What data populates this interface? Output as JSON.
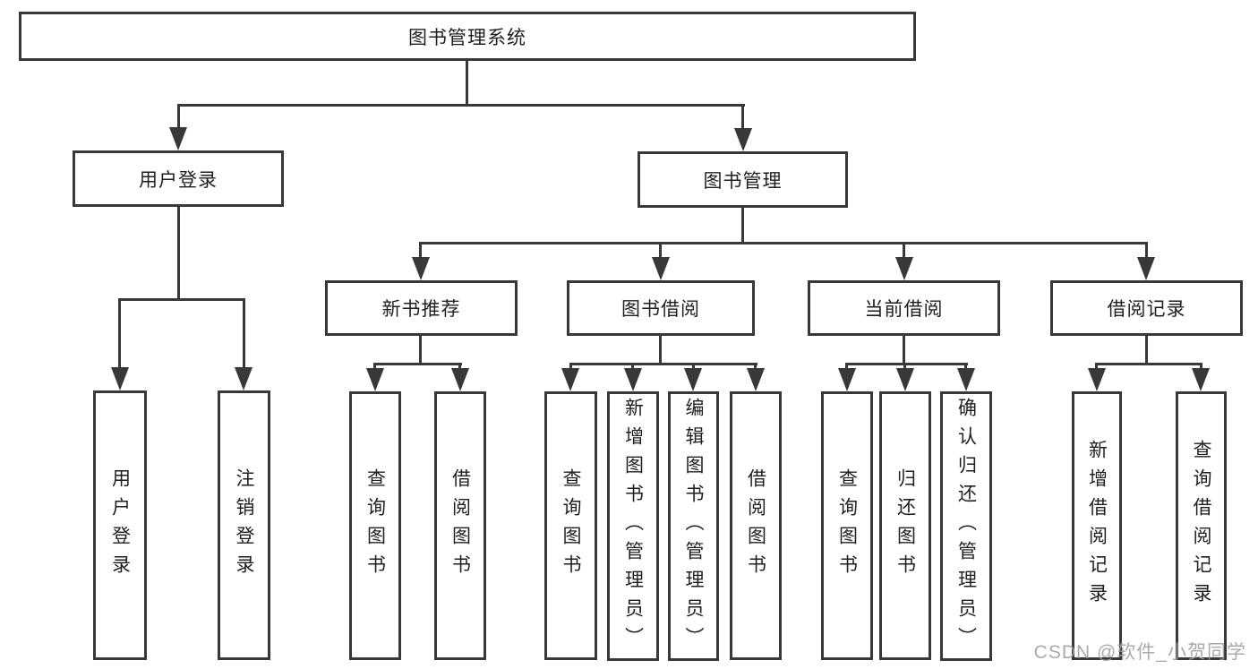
{
  "tree": {
    "root": {
      "label": "图书管理系统"
    },
    "branches": [
      {
        "label": "用户登录",
        "children": [
          {
            "label": "用户登录"
          },
          {
            "label": "注销登录"
          }
        ]
      },
      {
        "label": "图书管理",
        "children": [
          {
            "label": "新书推荐",
            "children": [
              {
                "label": "查询图书"
              },
              {
                "label": "借阅图书"
              }
            ]
          },
          {
            "label": "图书借阅",
            "children": [
              {
                "label": "查询图书"
              },
              {
                "label": "新增图书（管理员）"
              },
              {
                "label": "编辑图书（管理员）"
              },
              {
                "label": "借阅图书"
              }
            ]
          },
          {
            "label": "当前借阅",
            "children": [
              {
                "label": "查询图书"
              },
              {
                "label": "归还图书"
              },
              {
                "label": "确认归还（管理员）"
              }
            ]
          },
          {
            "label": "借阅记录",
            "children": [
              {
                "label": "新增借阅记录"
              },
              {
                "label": "查询借阅记录"
              }
            ]
          }
        ]
      }
    ]
  },
  "watermark": {
    "text": "CSDN @软件_小贺同学"
  },
  "colors": {
    "line": "#383838",
    "text": "#1f1f1f",
    "background": "#ffffff",
    "watermark": "#9e9e9e"
  }
}
